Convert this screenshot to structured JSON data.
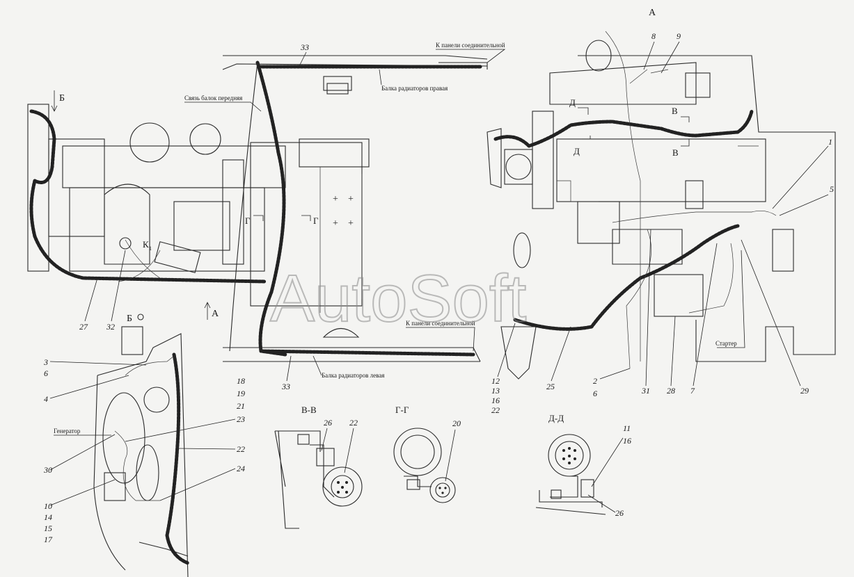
{
  "diagram": {
    "view_labels": {
      "A": "А",
      "B": "Б",
      "A_arrow": "А",
      "B_circle": "Б",
      "K1": "К",
      "K1_sub": "1"
    },
    "section_marks": {
      "gg": "Г",
      "vv": "В",
      "dd": "Д"
    },
    "section_titles": {
      "vv": "В-В",
      "gg": "Г-Г",
      "dd": "Д-Д"
    },
    "captions": {
      "to_panel_top": "К панели соединительной",
      "to_panel_bottom": "К панели соединительной",
      "beam_right": "Балка радиаторов правая",
      "beam_left": "Балка радиаторов левая",
      "front_link": "Связь балок передняя",
      "generator": "Генератор",
      "starter": "Стартер"
    },
    "numbers": {
      "n33_top": "33",
      "n33_bottom": "33",
      "n27": "27",
      "n32": "32",
      "n8": "8",
      "n9": "9",
      "n1": "1",
      "n5": "5",
      "n12": "12",
      "n13": "13",
      "n16a": "16",
      "n22a": "22",
      "n25": "25",
      "n2": "2",
      "n6a": "6",
      "n31": "31",
      "n28": "28",
      "n7": "7",
      "n29": "29",
      "n3": "3",
      "n6b": "6",
      "n4": "4",
      "n18": "18",
      "n19": "19",
      "n21": "21",
      "n23": "23",
      "n22b": "22",
      "n24": "24",
      "n30": "30",
      "n10": "10",
      "n14": "14",
      "n15": "15",
      "n17": "17",
      "n26a": "26",
      "n22c": "22",
      "n20": "20",
      "n11": "11",
      "n16b": "16",
      "n26b": "26"
    },
    "watermark": "AutoSoft"
  }
}
